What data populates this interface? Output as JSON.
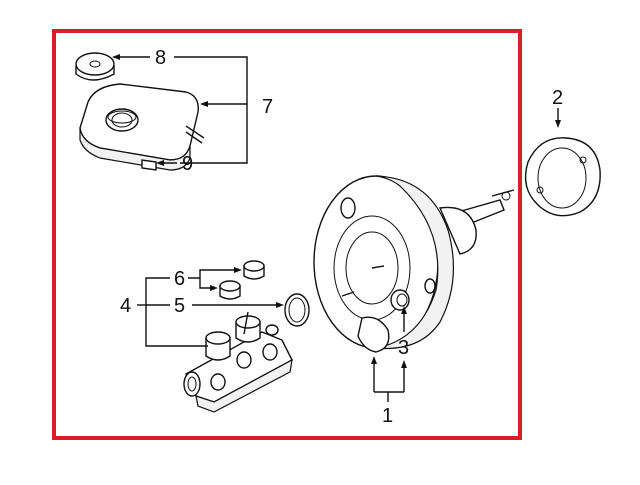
{
  "diagram": {
    "frame_color": "#d42027",
    "callouts": {
      "booster": "1",
      "gasket": "2",
      "check_valve": "3",
      "master_cylinder": "4",
      "o_ring": "5",
      "grommets": "6",
      "reservoir": "7",
      "reservoir_cap": "8",
      "reservoir_bolt": "9"
    }
  }
}
